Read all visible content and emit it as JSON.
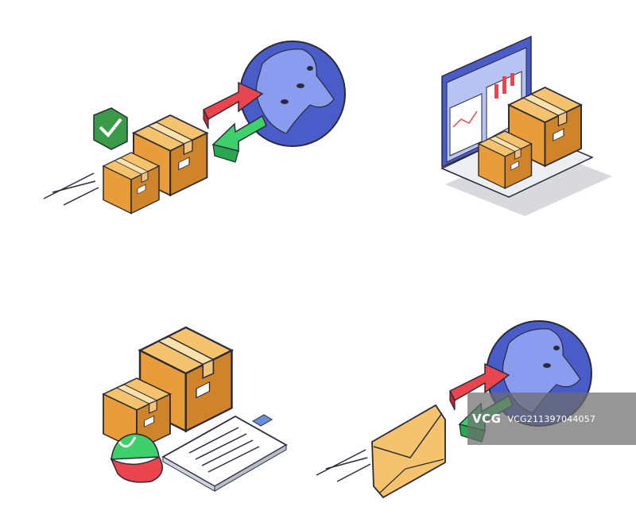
{
  "illustration": {
    "style": "isometric logistics icon set",
    "icons": [
      {
        "name": "global-shipping-icon",
        "interactable": false
      },
      {
        "name": "laptop-inventory-icon",
        "interactable": false
      },
      {
        "name": "inventory-checklist-icon",
        "interactable": false
      },
      {
        "name": "global-email-icon",
        "interactable": false
      }
    ]
  },
  "colors": {
    "box_top": "#f5c36e",
    "box_left": "#e89c3a",
    "box_right": "#d0842a",
    "globe": "#4a5cc8",
    "globe_land": "#8a9cf0",
    "arrow_red": "#e8454f",
    "arrow_green": "#3ed06a",
    "check_badge": "#3a9a48",
    "outline": "#2a2a3a",
    "laptop_screen": "#b7c3f2"
  },
  "watermark": {
    "logo": "VCG",
    "id": "VCG211397044057"
  }
}
